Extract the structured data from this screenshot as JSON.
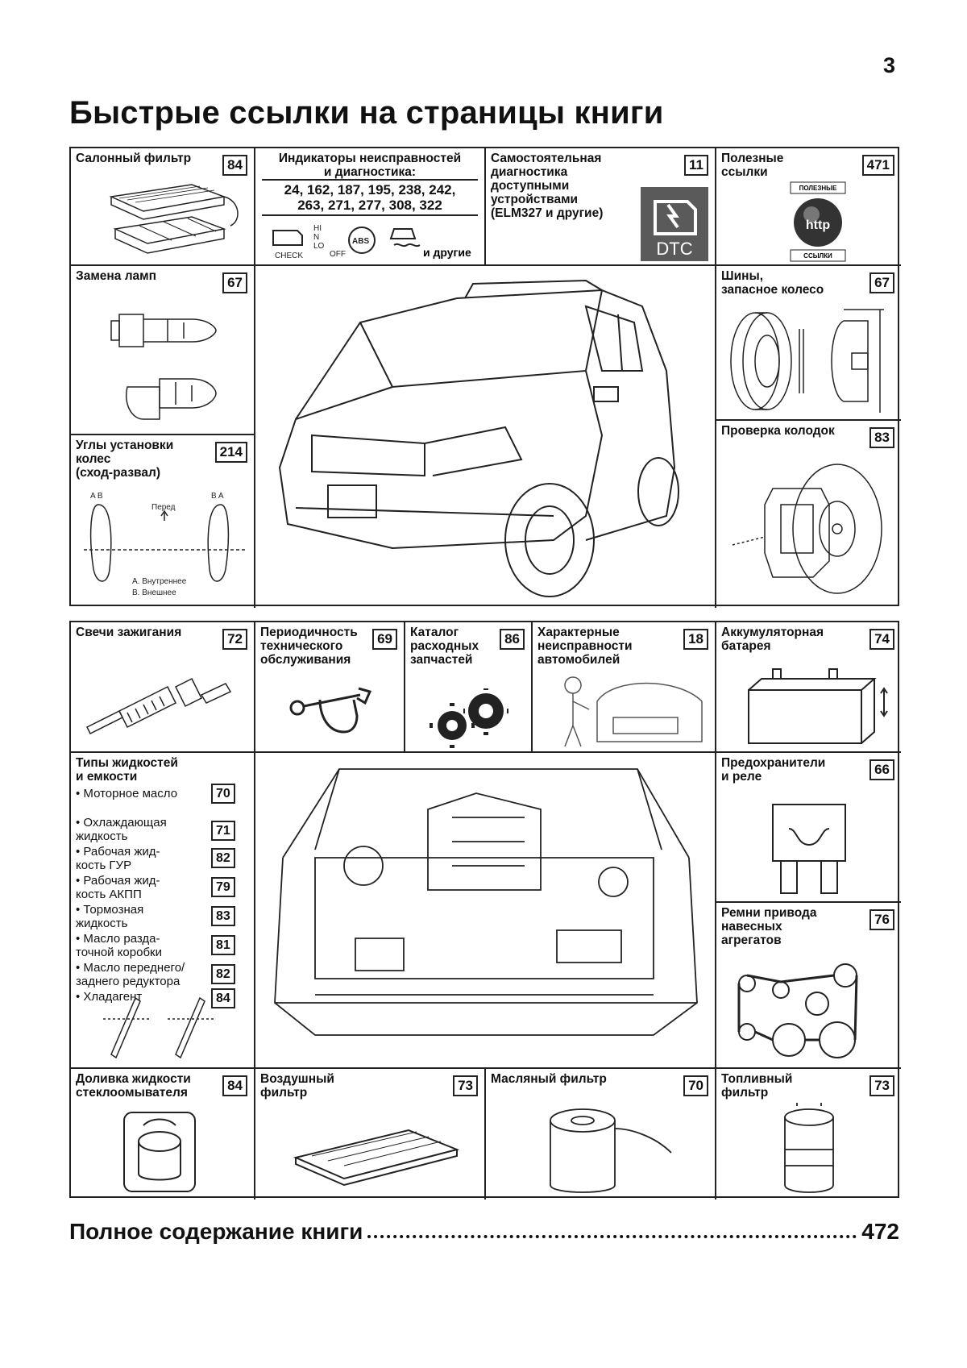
{
  "page_number": "3",
  "title": "Быстрые ссылки на страницы книги",
  "sections": {
    "cabin_filter": {
      "label": "Салонный фильтр",
      "page": "84"
    },
    "diagnostics": {
      "label": "Индикаторы неисправностей\nи диагностика:",
      "pages": "24, 162, 187, 195, 238, 242,\n263, 271, 277, 308, 322",
      "icon_check": "CHECK",
      "icon_abs": "ABS",
      "others": "и другие",
      "hi": "HI",
      "n": "N",
      "lo": "LO",
      "off": "OFF"
    },
    "self_diag": {
      "label": "Самостоятельная\nдиагностика\nдоступными\nустройствами\n(ELM327 и другие)",
      "page": "11",
      "icon_text": "DTC"
    },
    "useful_links": {
      "label": "Полезные\nссылки",
      "page": "471",
      "icon_top": "ПОЛЕЗНЫЕ",
      "icon_mid": "http",
      "icon_bottom": "ССЫЛКИ"
    },
    "lamps": {
      "label": "Замена ламп",
      "page": "67"
    },
    "tires": {
      "label": "Шины,\nзапасное колесо",
      "page": "67"
    },
    "wheel_alignment": {
      "label": "Углы установки\nколес\n(сход-развал)",
      "page": "214",
      "lbl_ab": "A  B",
      "lbl_ba": "B  A",
      "front": "Перед",
      "inner": "A. Внутреннее",
      "outer": "B. Внешнее"
    },
    "brake_pads": {
      "label": "Проверка колодок",
      "page": "83"
    },
    "spark_plugs": {
      "label": "Свечи зажигания",
      "page": "72"
    },
    "maintenance": {
      "label": "Периодичность\nтехнического\nобслуживания",
      "page": "69"
    },
    "parts_catalog": {
      "label": "Каталог\nрасходных\nзапчастей",
      "page": "86"
    },
    "typical_faults": {
      "label": "Характерные\nнеисправности\nавтомобилей",
      "page": "18"
    },
    "battery": {
      "label": "Аккумуляторная\nбатарея",
      "page": "74"
    },
    "fluids": {
      "label": "Типы жидкостей\nи емкости",
      "items": [
        {
          "text": "• Моторное масло",
          "page": "70"
        },
        {
          "text": "• Охлаждающая\n  жидкость",
          "page": "71"
        },
        {
          "text": "• Рабочая жид-\n  кость ГУР",
          "page": "82"
        },
        {
          "text": "• Рабочая жид-\n  кость АКПП",
          "page": "79"
        },
        {
          "text": "• Тормозная\n  жидкость",
          "page": "83"
        },
        {
          "text": "• Масло разда-\n  точной коробки",
          "page": "81"
        },
        {
          "text": "• Масло переднего/\n  заднего редуктора",
          "page": "82"
        },
        {
          "text": "• Хладагент",
          "page": "84"
        }
      ]
    },
    "fuses": {
      "label": "Предохранители\nи реле",
      "page": "66"
    },
    "belts": {
      "label": "Ремни привода\nнавесных\nагрегатов",
      "page": "76"
    },
    "washer": {
      "label": "Доливка жидкости\nстеклоомывателя",
      "page": "84"
    },
    "air_filter": {
      "label": "Воздушный\nфильтр",
      "page": "73"
    },
    "oil_filter": {
      "label": "Масляный фильтр",
      "page": "70"
    },
    "fuel_filter": {
      "label": "Топливный\nфильтр",
      "page": "73"
    }
  },
  "footer": {
    "label": "Полное содержание книги",
    "page": "472"
  }
}
